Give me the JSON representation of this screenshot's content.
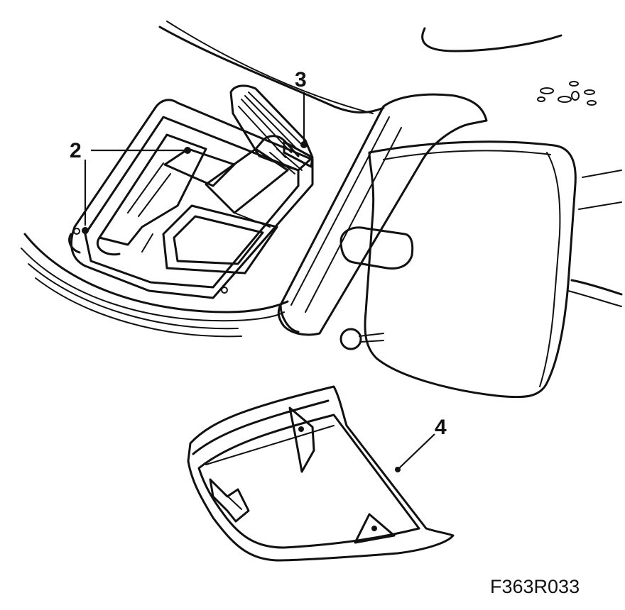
{
  "figure": {
    "callouts": {
      "c2a": "2",
      "c2b": "2",
      "c3": "3",
      "c4": "4"
    },
    "figure_code": "F363R033"
  }
}
